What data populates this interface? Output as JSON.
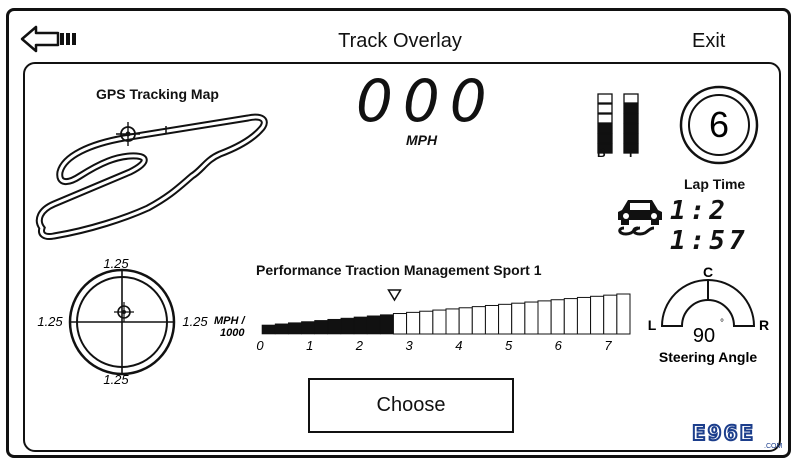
{
  "header": {
    "title": "Track Overlay",
    "exit_label": "Exit"
  },
  "gps": {
    "title": "GPS Tracking Map"
  },
  "speed": {
    "value": "000",
    "unit": "MPH"
  },
  "brake_throttle": {
    "brake_label": "B",
    "throttle_label": "T",
    "brake_level": 0.5,
    "throttle_level": 0.75
  },
  "gear": {
    "value": "6"
  },
  "lap": {
    "title": "Lap Time",
    "value": "1:2 1:57"
  },
  "gforce": {
    "top": "1.25",
    "bottom": "1.25",
    "left": "1.25",
    "right": "1.25"
  },
  "ptm": {
    "title": "Performance Traction Management Sport 1",
    "unit_top": "MPH /",
    "unit_bottom": "1000",
    "ticks": [
      "0",
      "1",
      "2",
      "3",
      "4",
      "5",
      "6",
      "7"
    ],
    "rpm_filled_fraction": 0.36
  },
  "steering": {
    "title": "Steering Angle",
    "top": "C",
    "left": "L",
    "right": "R",
    "value": "90",
    "unit": "°"
  },
  "choose_label": "Choose",
  "logo": {
    "text": "E96E",
    "sub": ".COM"
  },
  "icons": {
    "back": "back-arrow-icon",
    "car": "traction-car-icon",
    "target": "crosshair-icon"
  }
}
